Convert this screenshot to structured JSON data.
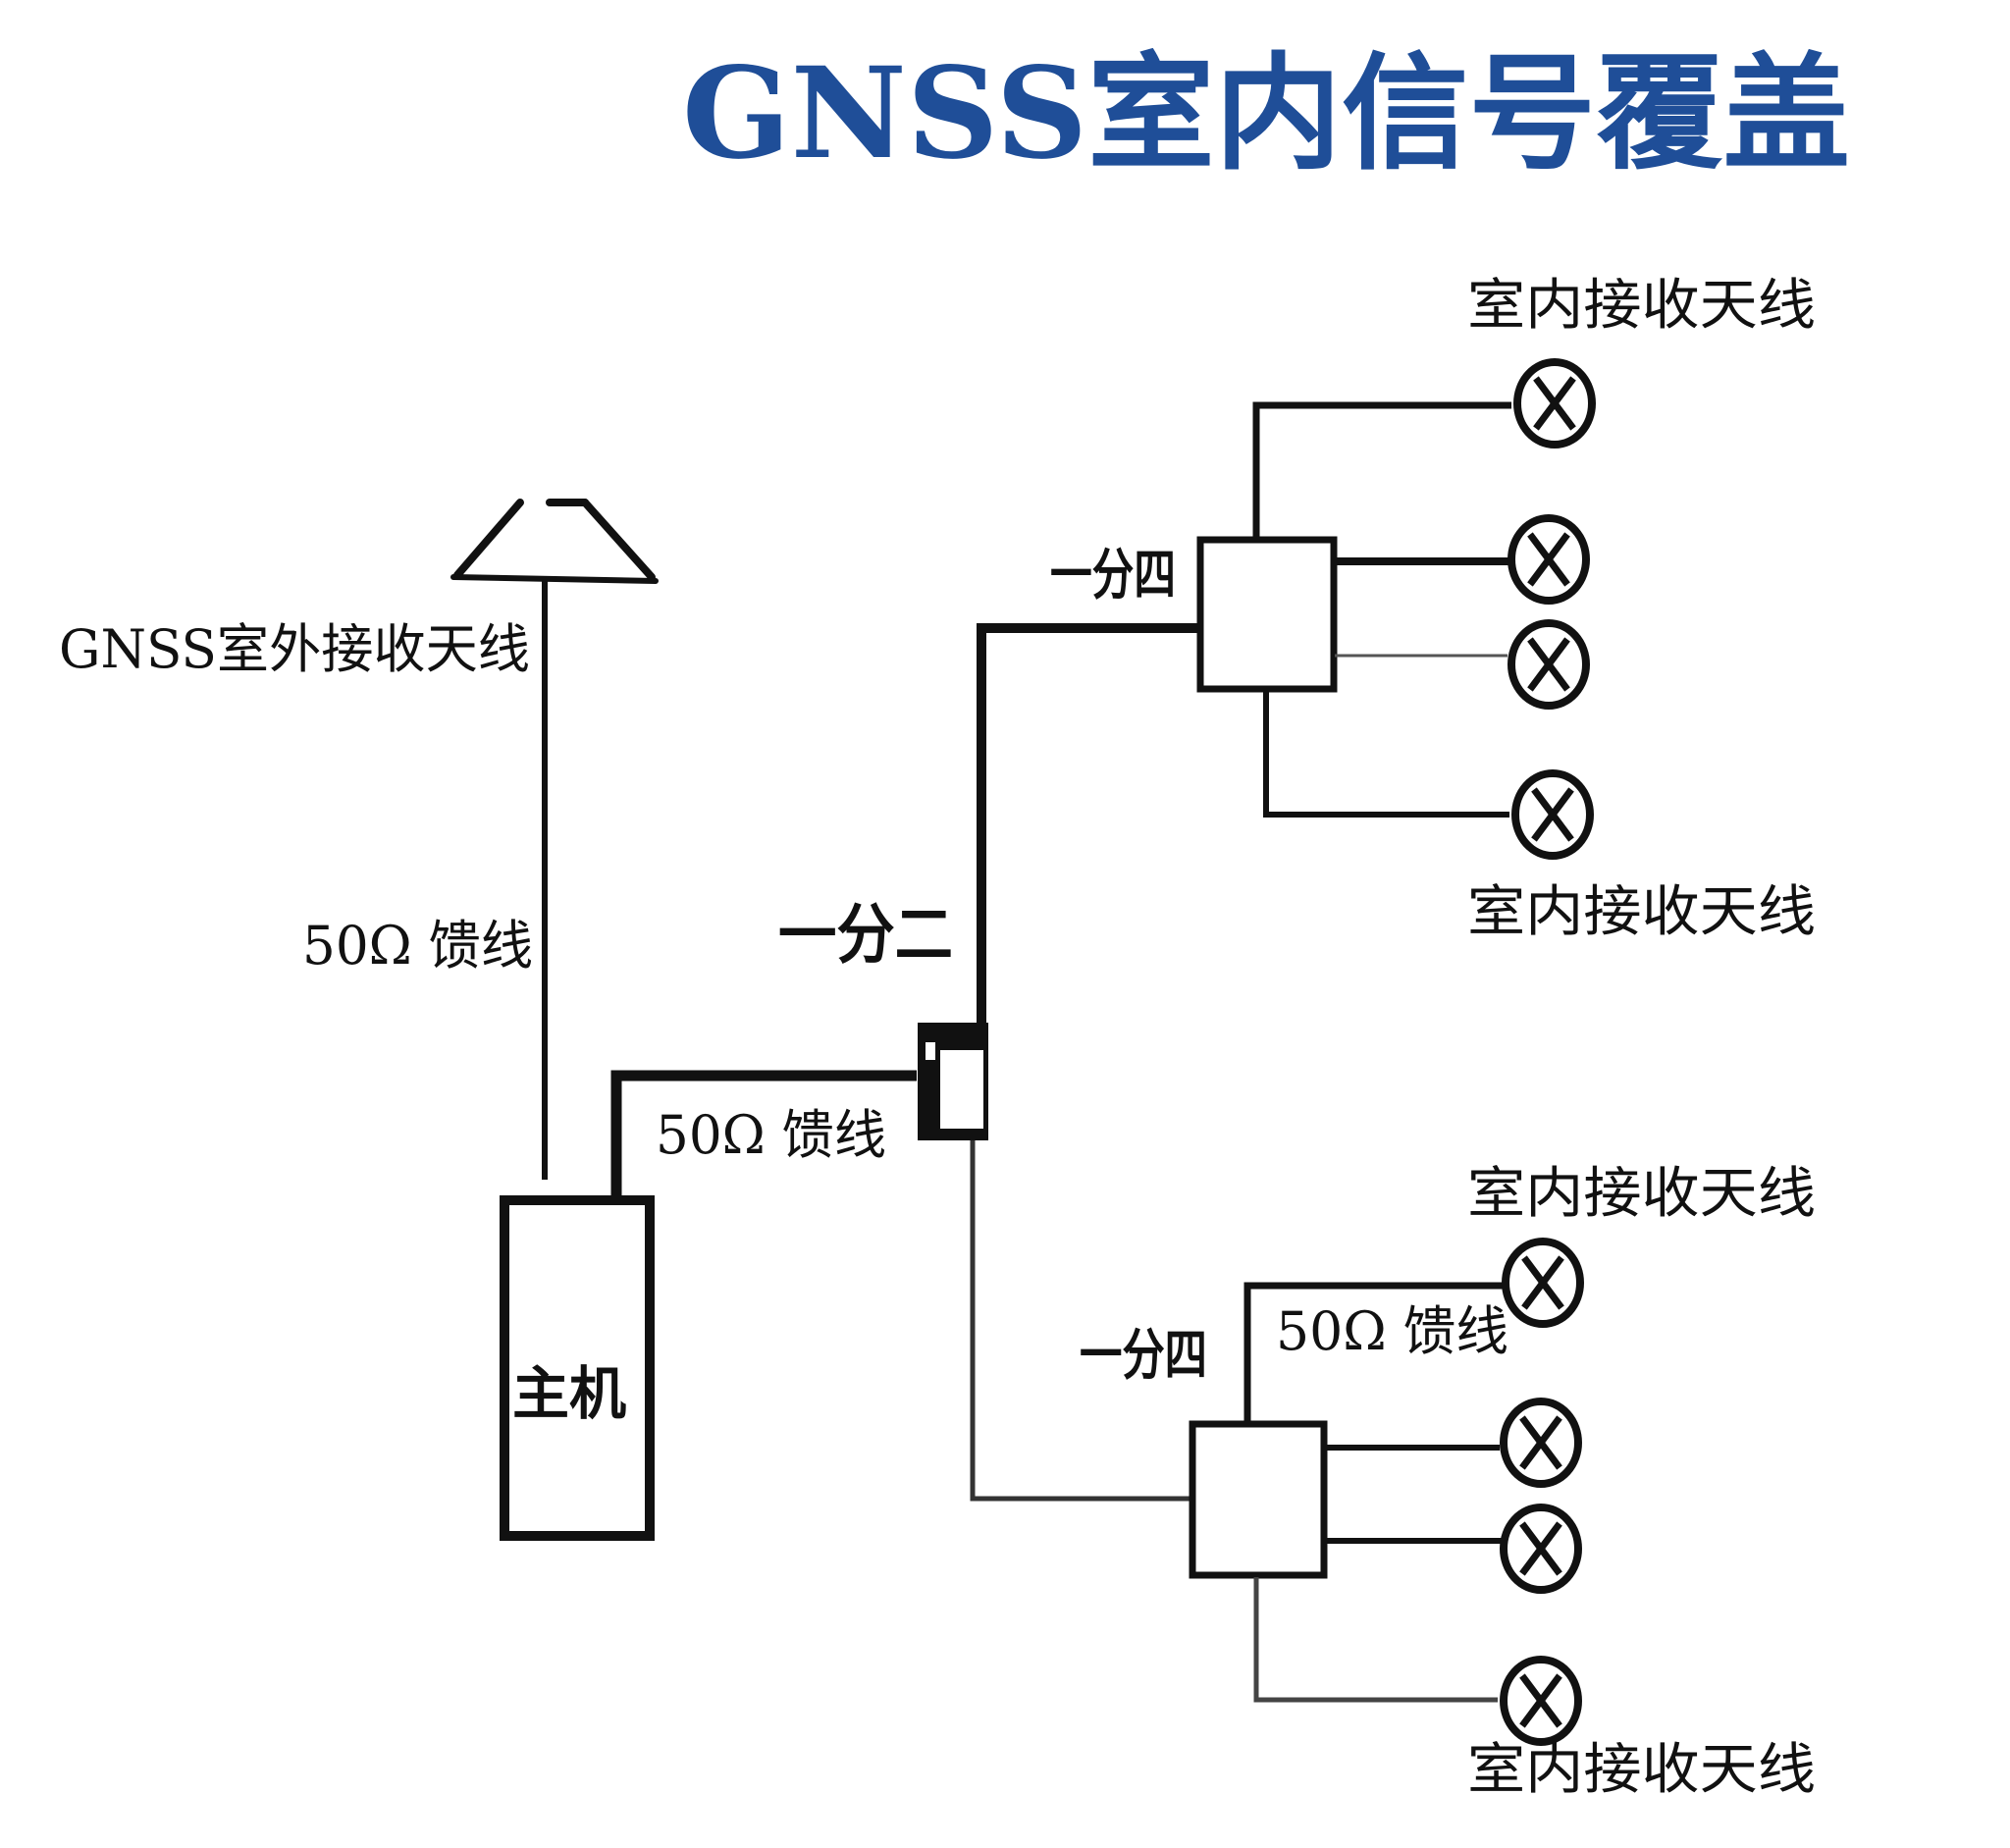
{
  "title": "GNSS室内信号覆盖",
  "colors": {
    "title": "#1f4e98",
    "line": "#111111",
    "background": "#ffffff"
  },
  "outdoor_antenna": {
    "label": "GNSS室外接收天线",
    "icon": "outdoor-antenna-icon"
  },
  "host": {
    "label": "主机"
  },
  "feeders": {
    "antenna_to_host": "50Ω 馈线",
    "host_to_splitter": "50Ω 馈线",
    "splitter_to_indoor": "50Ω 馈线"
  },
  "splitters": {
    "two_way": {
      "label": "一分二"
    },
    "four_way_upper": {
      "label": "一分四"
    },
    "four_way_lower": {
      "label": "一分四"
    }
  },
  "indoor_antennas": {
    "upper_group_top_label": "室内接收天线",
    "upper_group_bottom_label": "室内接收天线",
    "lower_group_top_label": "室内接收天线",
    "lower_group_bottom_label": "室内接收天线",
    "upper_count": 4,
    "lower_count": 4,
    "icon": "indoor-antenna-icon"
  }
}
